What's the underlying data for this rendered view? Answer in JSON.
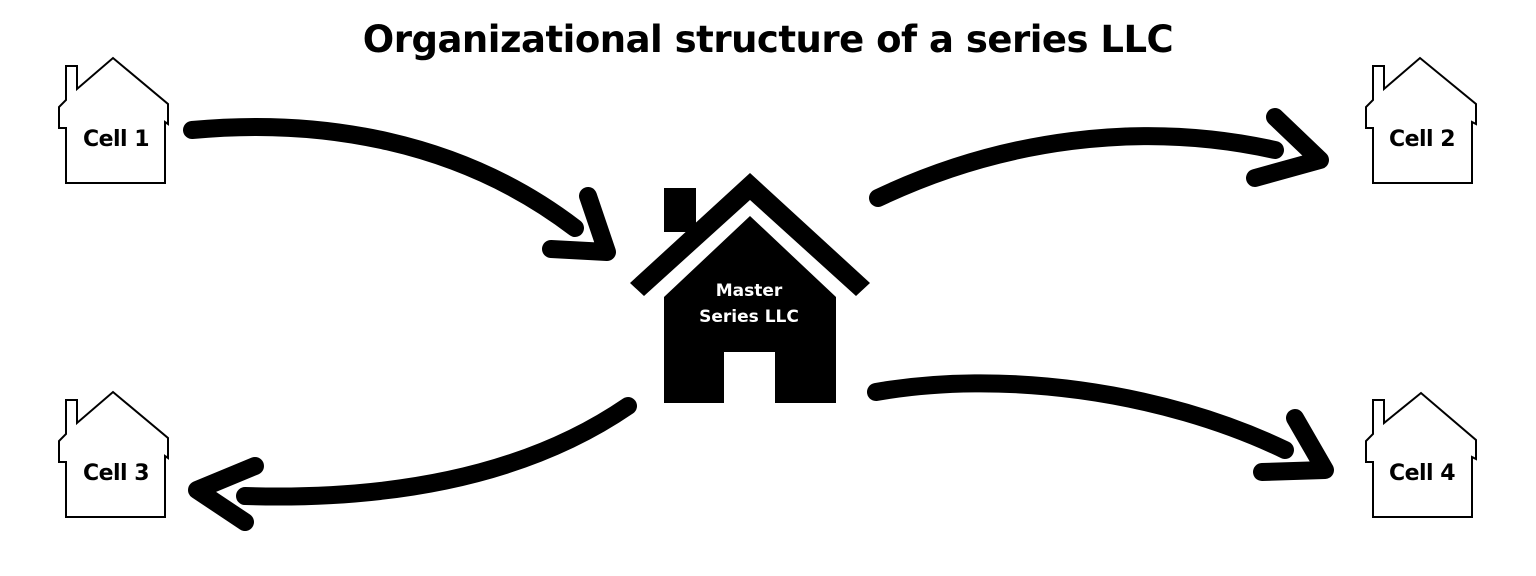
{
  "title": "Organizational structure of a series LLC",
  "master": {
    "line1": "Master",
    "line2": "Series LLC",
    "icon": "house-filled-icon",
    "color": "#000000"
  },
  "cells": [
    {
      "label": "Cell 1",
      "icon": "house-outline-icon",
      "position": "top-left",
      "arrow_direction": "to-master"
    },
    {
      "label": "Cell 2",
      "icon": "house-outline-icon",
      "position": "top-right",
      "arrow_direction": "from-master"
    },
    {
      "label": "Cell 3",
      "icon": "house-outline-icon",
      "position": "bottom-left",
      "arrow_direction": "from-master"
    },
    {
      "label": "Cell 4",
      "icon": "house-outline-icon",
      "position": "bottom-right",
      "arrow_direction": "from-master"
    }
  ],
  "colors": {
    "background": "#ffffff",
    "foreground": "#000000",
    "master_text": "#ffffff"
  }
}
